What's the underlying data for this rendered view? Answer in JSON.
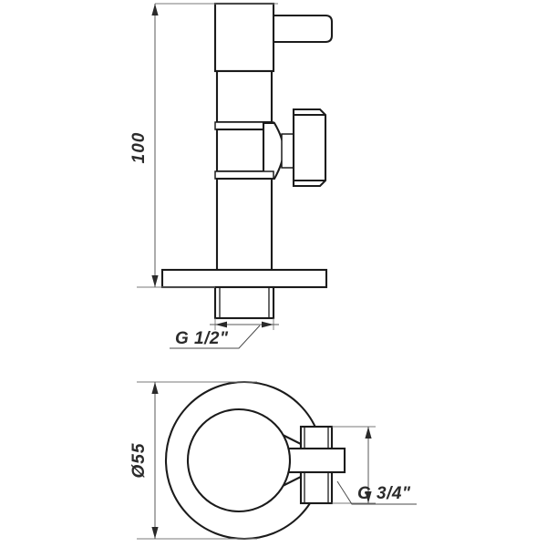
{
  "drawing": {
    "title": "Angle valve technical drawing",
    "background_color": "#ffffff",
    "line_color": "#1b1b1b",
    "dimension_color": "#5a5a5a"
  },
  "views": {
    "elevation": {
      "name": "front-elevation-view",
      "description": "Angle valve side elevation with lever handle, body, flange and outlet thread"
    },
    "plan": {
      "name": "plan-view",
      "description": "Top/plan view showing circular escutcheon flange and side outlet"
    }
  },
  "dimensions": {
    "height": {
      "label": "100",
      "orientation": "vertical",
      "view": "elevation"
    },
    "inlet_thread": {
      "label": "G 1/2\"",
      "orientation": "horizontal",
      "view": "elevation"
    },
    "flange_diameter": {
      "label": "Ø55",
      "orientation": "vertical",
      "view": "plan"
    },
    "outlet_thread": {
      "label": "G 3/4\"",
      "orientation": "vertical",
      "view": "plan"
    }
  },
  "icons": {
    "arrow_up": "arrow-up-icon",
    "arrow_down": "arrow-down-icon",
    "arrow_left": "arrow-left-icon",
    "arrow_right": "arrow-right-icon"
  }
}
